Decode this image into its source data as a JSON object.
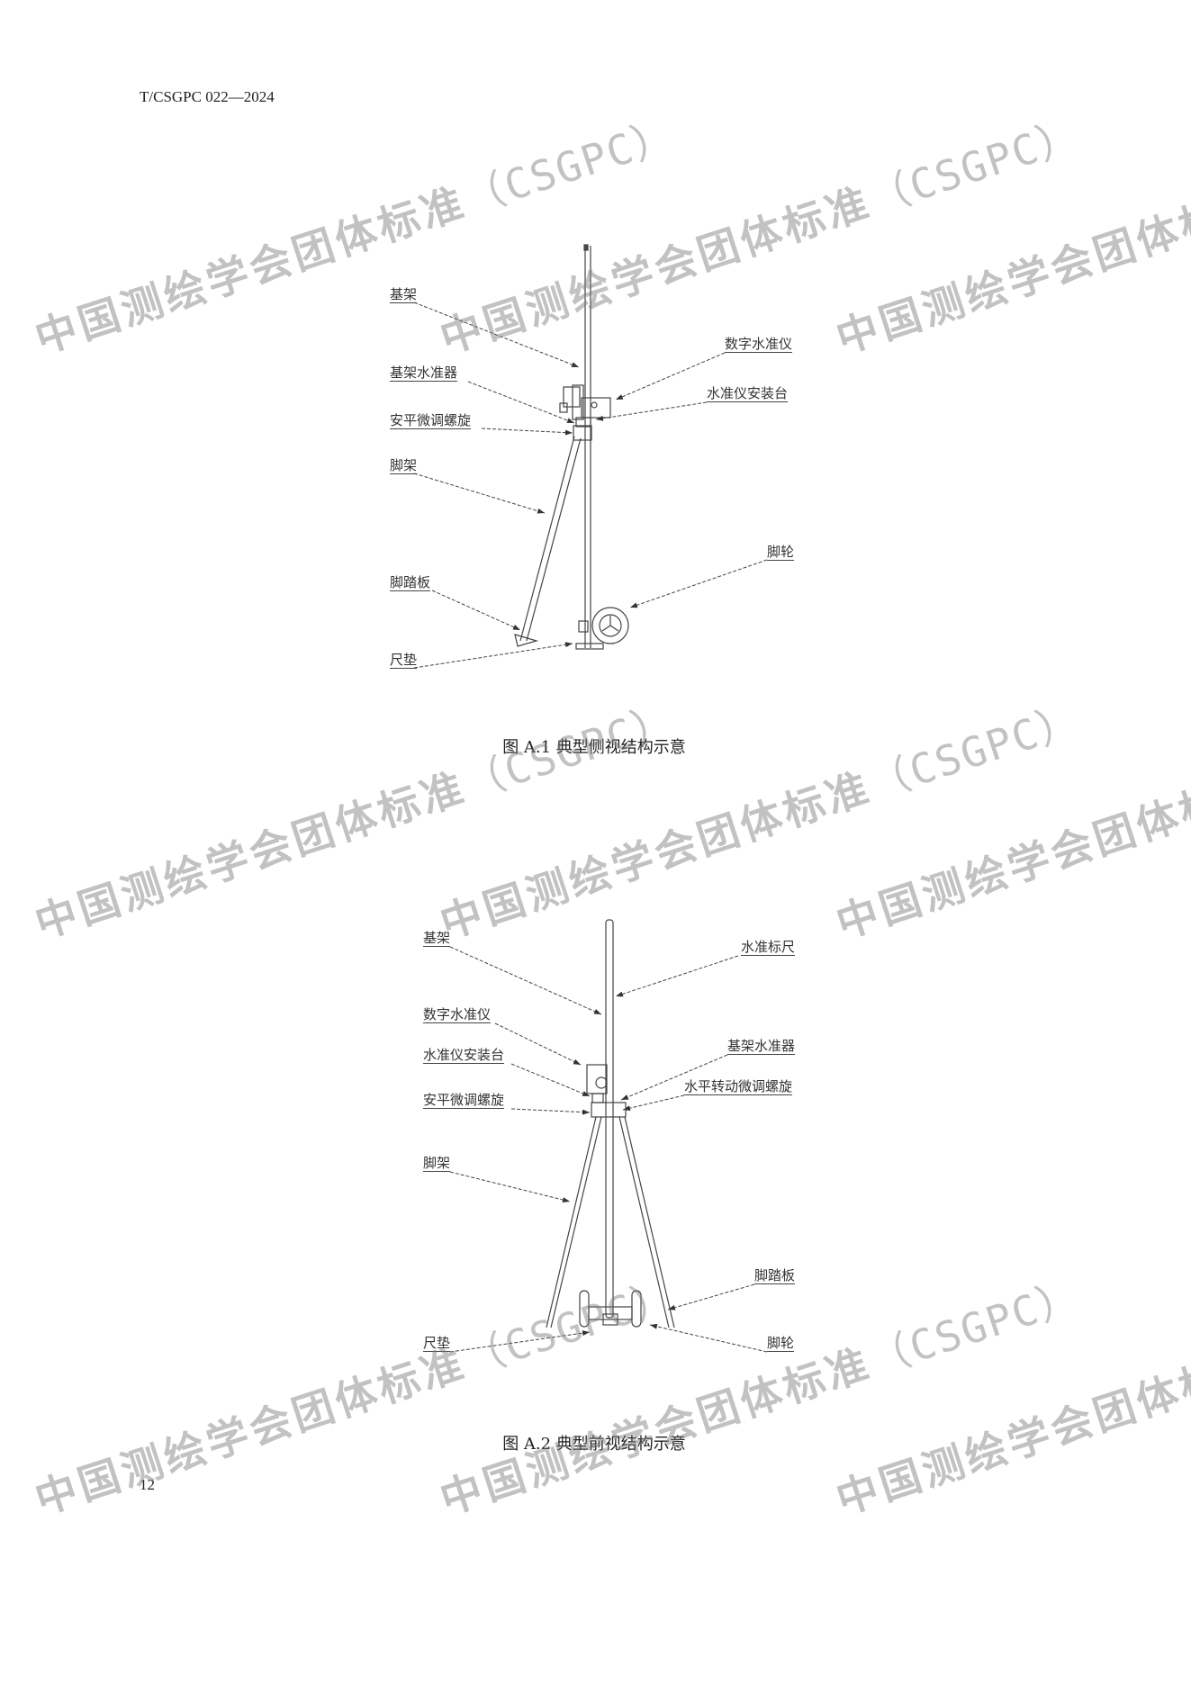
{
  "header": {
    "doc_code": "T/CSGPC 022—2024"
  },
  "footer": {
    "page_number": "12"
  },
  "watermark": {
    "cn": "中国测绘学会团体标准",
    "en": "（CSGPC）"
  },
  "figure1": {
    "caption": "图 A.1  典型侧视结构示意",
    "labels": {
      "base_frame": "基架",
      "base_level": "基架水准器",
      "leveling_screw": "安平微调螺旋",
      "tripod": "脚架",
      "foot_pedal": "脚踏板",
      "staff_pad": "尺垫",
      "digital_level": "数字水准仪",
      "mount_platform": "水准仪安装台",
      "wheel": "脚轮"
    }
  },
  "figure2": {
    "caption": "图 A.2  典型前视结构示意",
    "labels": {
      "base_frame": "基架",
      "leveling_staff": "水准标尺",
      "digital_level": "数字水准仪",
      "mount_platform": "水准仪安装台",
      "leveling_screw": "安平微调螺旋",
      "tripod": "脚架",
      "base_level": "基架水准器",
      "horizontal_screw": "水平转动微调螺旋",
      "foot_pedal": "脚踏板",
      "staff_pad": "尺垫",
      "wheel": "脚轮"
    }
  }
}
